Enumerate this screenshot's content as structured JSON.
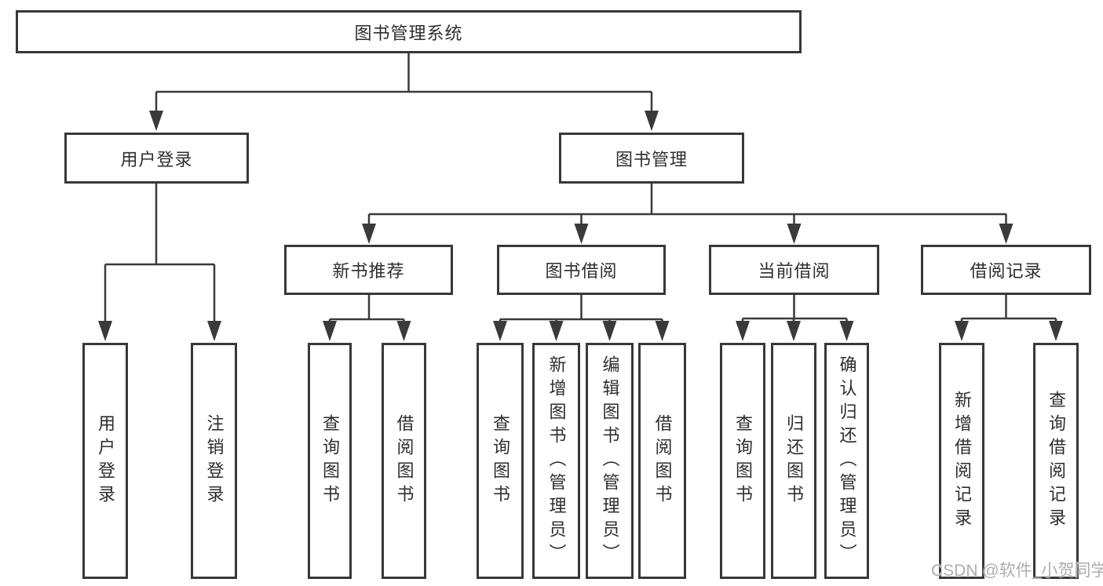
{
  "diagram_title": "图书管理系统",
  "nodes": {
    "root": "图书管理系统",
    "user_login": "用户登录",
    "book_management": "图书管理",
    "new_book_recommend": "新书推荐",
    "book_borrow": "图书借阅",
    "current_borrow": "当前借阅",
    "borrow_record": "借阅记录",
    "leaf_user_login": "用户登录",
    "leaf_logout": "注销登录",
    "nb_query_book": "查询图书",
    "nb_borrow_book": "借阅图书",
    "bb_query_book": "查询图书",
    "bb_add_book": "新增图书（管理员）",
    "bb_edit_book": "编辑图书（管理员）",
    "bb_borrow_book": "借阅图书",
    "cb_query_book": "查询图书",
    "cb_return_book": "归还图书",
    "cb_confirm_return": "确认归还（管理员）",
    "br_add_record": "新增借阅记录",
    "br_query_record": "查询借阅记录"
  },
  "hierarchy": [
    {
      "parent": "图书管理系统",
      "children": [
        "用户登录",
        "图书管理"
      ]
    },
    {
      "parent": "用户登录",
      "children": [
        "用户登录",
        "注销登录"
      ]
    },
    {
      "parent": "图书管理",
      "children": [
        "新书推荐",
        "图书借阅",
        "当前借阅",
        "借阅记录"
      ]
    },
    {
      "parent": "新书推荐",
      "children": [
        "查询图书",
        "借阅图书"
      ]
    },
    {
      "parent": "图书借阅",
      "children": [
        "查询图书",
        "新增图书（管理员）",
        "编辑图书（管理员）",
        "借阅图书"
      ]
    },
    {
      "parent": "当前借阅",
      "children": [
        "查询图书",
        "归还图书",
        "确认归还（管理员）"
      ]
    },
    {
      "parent": "借阅记录",
      "children": [
        "新增借阅记录",
        "查询借阅记录"
      ]
    }
  ],
  "watermark": {
    "text": "CSDN @软件_小贺同学"
  },
  "colors": {
    "line": "#3a3a3a",
    "border": "#383838",
    "text": "#2e2e2e",
    "bg": "#ffffff",
    "watermark": "#adadad"
  }
}
